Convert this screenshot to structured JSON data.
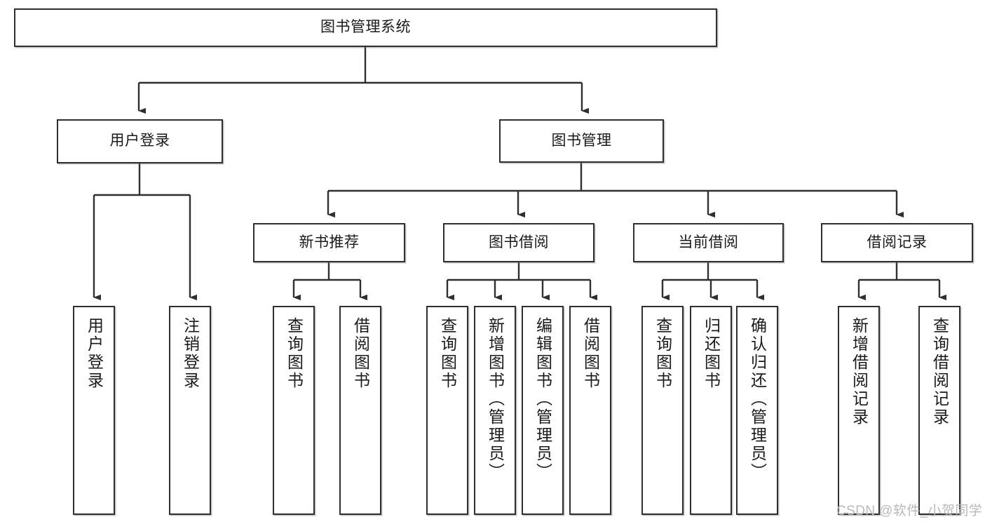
{
  "diagram": {
    "title": "图书管理系统",
    "type": "tree-hierarchy",
    "watermark": "CSDN @软件_小贺同学",
    "colors": {
      "stroke": "#2f2f2f",
      "fill": "#ffffff",
      "text": "#1a1a1a",
      "watermark": "#b9b9b9"
    },
    "nodes": {
      "root": "图书管理系统",
      "level2": [
        "用户登录",
        "图书管理"
      ],
      "level3": [
        "新书推荐",
        "图书借阅",
        "当前借阅",
        "借阅记录"
      ],
      "leaves": {
        "user_login": [
          "用户登录",
          "注销登录"
        ],
        "new_book": [
          "查询图书",
          "借阅图书"
        ],
        "book_borrow": [
          "查询图书",
          "新增图书（管理员）",
          "编辑图书（管理员）",
          "借阅图书"
        ],
        "current_borrow": [
          "查询图书",
          "归还图书",
          "确认归还（管理员）"
        ],
        "borrow_record": [
          "新增借阅记录",
          "查询借阅记录"
        ]
      }
    }
  }
}
